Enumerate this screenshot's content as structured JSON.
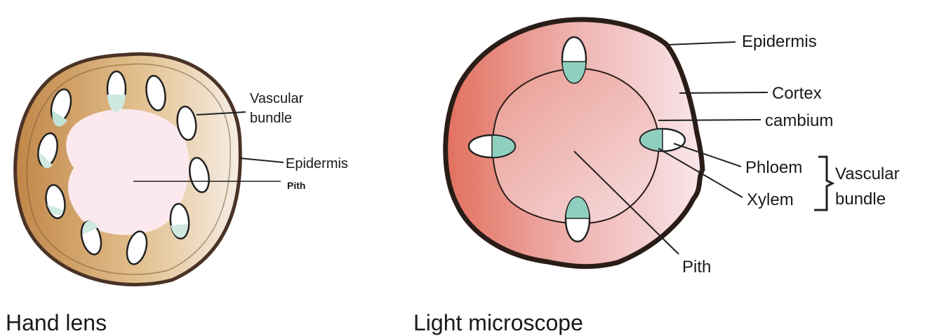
{
  "left_diagram": {
    "caption": "Hand lens",
    "labels": {
      "vascular_bundle_line1": "Vascular",
      "vascular_bundle_line2": "bundle",
      "epidermis": "Epidermis",
      "pith": "Pith"
    }
  },
  "right_diagram": {
    "caption": "Light microscope",
    "labels": {
      "epidermis": "Epidermis",
      "cortex": "Cortex",
      "cambium": "cambium",
      "phloem": "Phloem",
      "xylem": "Xylem",
      "vascular_bundle_line1": "Vascular",
      "vascular_bundle_line2": "bundle",
      "pith": "Pith"
    }
  },
  "colors": {
    "outline": "#2a1d18",
    "left_ring": "#c9955a",
    "left_pith": "#fbe9ec",
    "bundle_fill": "#8fcfbf",
    "right_cortex_dark": "#e07a6a",
    "right_cortex_light": "#f6d3d6"
  }
}
